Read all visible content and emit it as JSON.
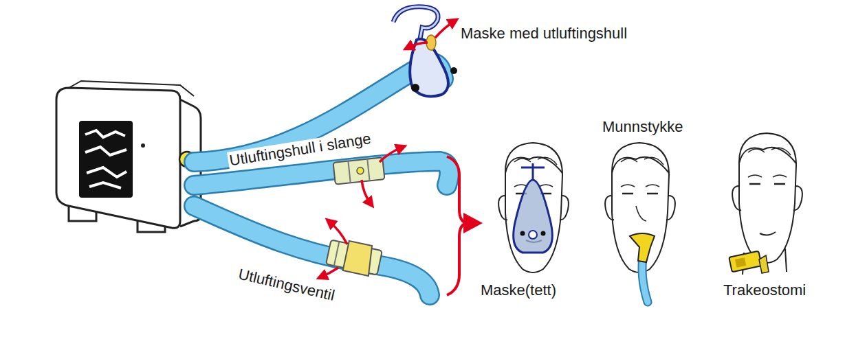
{
  "diagram": {
    "labels": [
      "Maske med utluftingshull",
      "Munnstykke",
      "Utluftingshull i slange",
      "Maske(tett)",
      "Utluftingsventil",
      "Trakeostomi"
    ]
  }
}
